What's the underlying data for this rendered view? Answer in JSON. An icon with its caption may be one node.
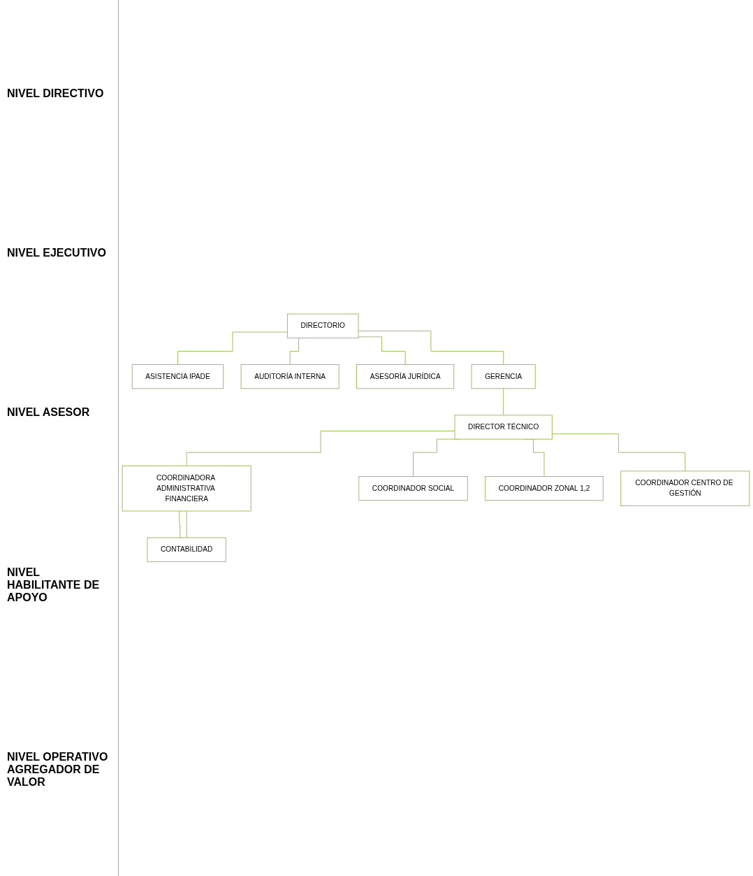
{
  "diagram": {
    "nodes": [
      {
        "text": [
          "DIRECTORIO"
        ]
      },
      {
        "text": [
          "ASISTENCIA IPADE"
        ]
      },
      {
        "text": [
          "AUDITORÍA INTERNA"
        ]
      },
      {
        "text": [
          "ASESORÍA JURÍDICA"
        ]
      },
      {
        "text": [
          "GERENCIA"
        ]
      },
      {
        "text": [
          "DIRECTOR TÉCNICO"
        ]
      },
      {
        "text": [
          "COORDINADORA ADMINISTRATIVA FINANCIERA"
        ]
      },
      {
        "text": [
          "CONTABILIDAD"
        ]
      },
      {
        "text": [
          "COORDINADOR SOCIAL"
        ]
      },
      {
        "text": [
          "COORDINADOR ZONAL 1,2"
        ]
      },
      {
        "text": [
          "COORDINADOR CENTRO DE GESTIÓN"
        ]
      }
    ],
    "edges": [
      {
        "from": 0,
        "to": 1,
        "arrow": "none"
      },
      {
        "from": 0,
        "to": 2,
        "arrow": "none"
      },
      {
        "from": 0,
        "to": 3,
        "arrow": "none"
      },
      {
        "from": 0,
        "to": 4,
        "arrow": "none"
      },
      {
        "from": 4,
        "to": 5,
        "arrow": "none"
      },
      {
        "from": 5,
        "to": 6,
        "arrow": "none"
      },
      {
        "from": 5,
        "to": 8,
        "arrow": "none"
      },
      {
        "from": 5,
        "to": 9,
        "arrow": "none"
      },
      {
        "from": 5,
        "to": 10,
        "arrow": "none"
      },
      {
        "from": 6,
        "to": 7,
        "arrow": "none"
      },
      {
        "from": 6,
        "to": 7,
        "arrow": "none"
      }
    ],
    "labels": [
      "NIVEL DIRECTIVO",
      "NIVEL EJECUTIVO",
      "NIVEL ASESOR",
      "NIVEL HABILITANTE DE APOYO",
      "NIVEL OPERATIVO AGREGADOR DE VALOR"
    ]
  }
}
